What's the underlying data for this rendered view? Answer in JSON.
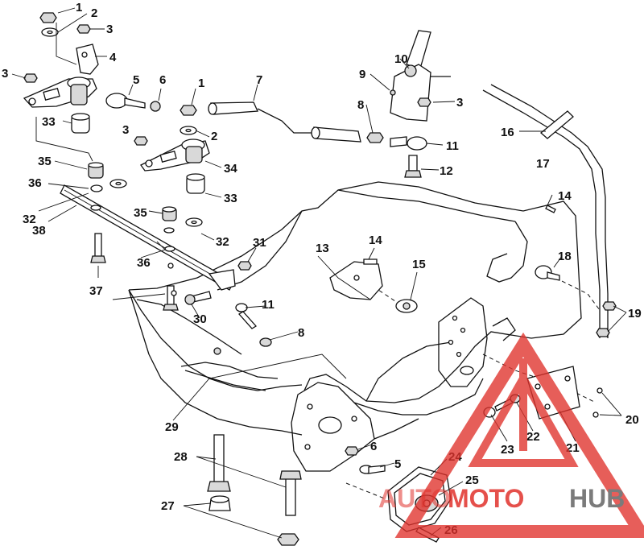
{
  "diagram": {
    "callouts": {
      "c1": "1",
      "c2": "2",
      "c3": "3",
      "c4": "4",
      "c5": "5",
      "c6": "6",
      "c7": "7",
      "c8": "8",
      "c9": "9",
      "c10": "10",
      "c11": "11",
      "c12": "12",
      "c13": "13",
      "c14": "14",
      "c15": "15",
      "c16": "16",
      "c17": "17",
      "c18": "18",
      "c19": "19",
      "c20": "20",
      "c21": "21",
      "c22": "22",
      "c23": "23",
      "c24": "24",
      "c25": "25",
      "c26": "26",
      "c27": "27",
      "c28": "28",
      "c29": "29",
      "c30": "30",
      "c31": "31",
      "c32": "32",
      "c33": "33",
      "c34": "34",
      "c35": "35",
      "c36": "36",
      "c37": "37",
      "c38": "38"
    },
    "part_icons": [
      "nut-icon",
      "washer-icon",
      "bushing-icon",
      "bolt-icon",
      "rod-end-icon",
      "steering-arm-icon",
      "tie-rod-icon",
      "bracket-icon"
    ]
  },
  "watermark": {
    "brand_part1": "AUTO",
    "brand_part2": "MOTO",
    "brand_part3": "HUB",
    "colors": {
      "red": "#e0312b",
      "grey": "#7b7b7b"
    }
  }
}
